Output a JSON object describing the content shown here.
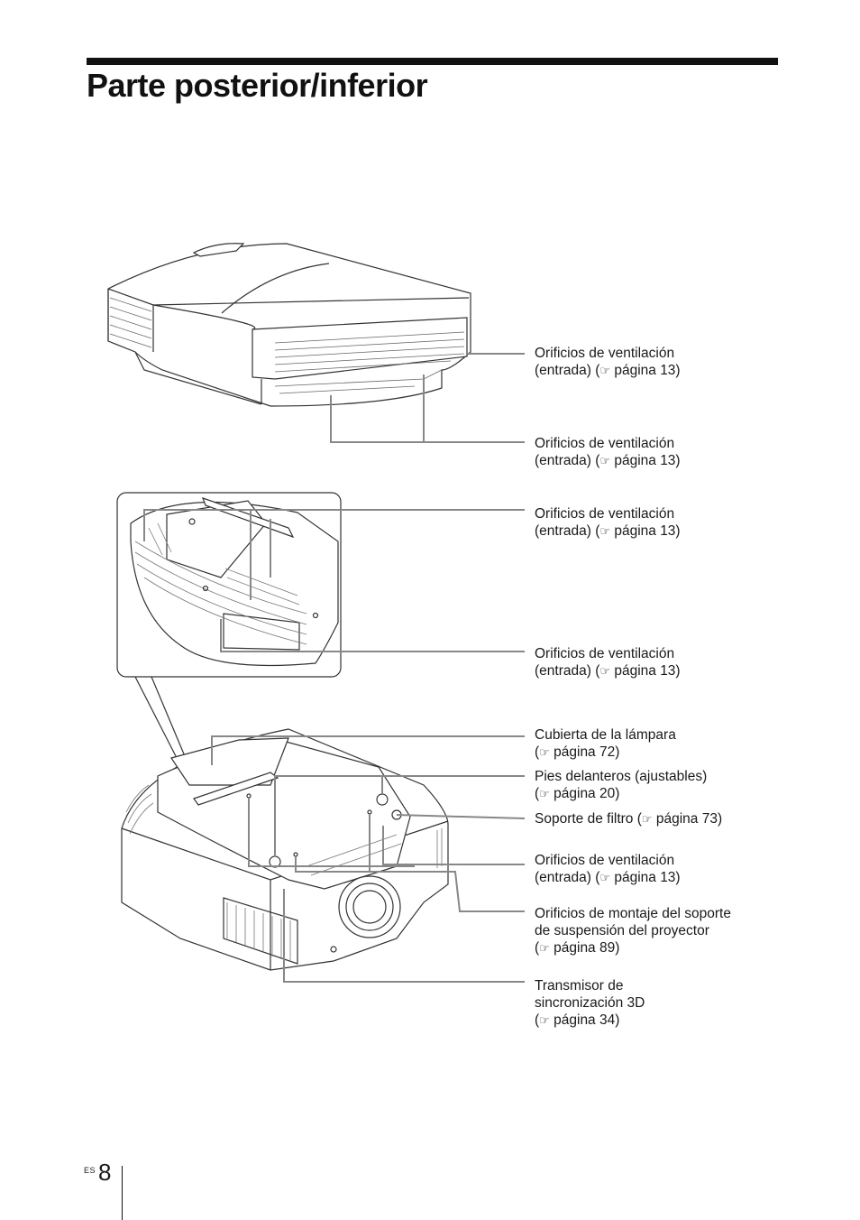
{
  "page": {
    "title": "Parte posterior/inferior",
    "lang_code": "ES",
    "page_number": "8"
  },
  "callouts": [
    {
      "line1": "Orificios de ventilación",
      "line2": "(entrada) (",
      "icon": "☞",
      "line2b": " página 13)"
    },
    {
      "line1": "Orificios de ventilación",
      "line2": "(entrada) (",
      "icon": "☞",
      "line2b": " página 13)"
    },
    {
      "line1": "Orificios de ventilación",
      "line2": "(entrada) (",
      "icon": "☞",
      "line2b": " página 13)"
    },
    {
      "line1": "Orificios de ventilación",
      "line2": "(entrada) (",
      "icon": "☞",
      "line2b": " página 13)"
    },
    {
      "line1": "Cubierta de la lámpara",
      "line2": "(",
      "icon": "☞",
      "line2b": " página 72)"
    },
    {
      "line1": "Pies delanteros (ajustables)",
      "line2": "(",
      "icon": "☞",
      "line2b": " página 20)"
    },
    {
      "line1": "Soporte de filtro (",
      "icon": "☞",
      "line1b": " página 73)"
    },
    {
      "line1": "Orificios de ventilación",
      "line2": "(entrada) (",
      "icon": "☞",
      "line2b": " página 13)"
    },
    {
      "line1": "Orificios de montaje del soporte",
      "line2": "de suspensión del proyector",
      "line3": "(",
      "icon": "☞",
      "line3b": " página 89)"
    },
    {
      "line1": "Transmisor de",
      "line2": "sincronización 3D",
      "line3": "(",
      "icon": "☞",
      "line3b": " página 34)"
    }
  ],
  "icons": {
    "reference": "pointing-hand-icon"
  }
}
